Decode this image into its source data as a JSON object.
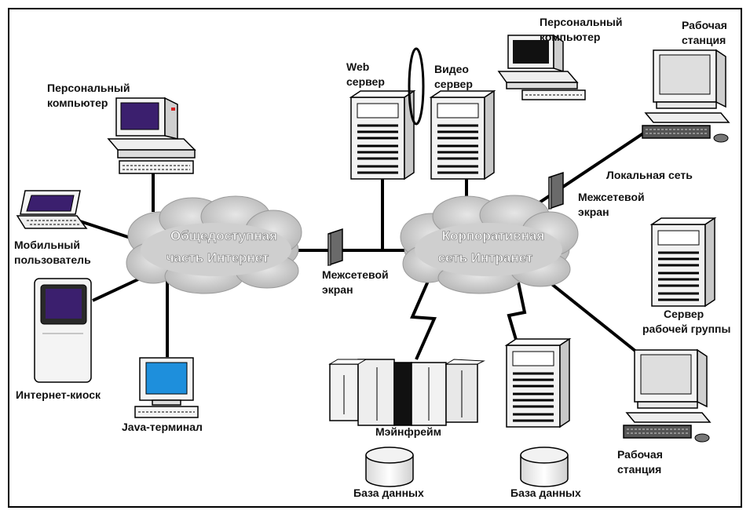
{
  "frame": {
    "border_color": "#000000"
  },
  "clouds": {
    "public": {
      "line1": "Общедоступная",
      "line2": "часть Интернет"
    },
    "corporate": {
      "line1": "Корпоративная",
      "line2": "сеть Интранет"
    }
  },
  "labels": {
    "pc_left": {
      "line1": "Персональный",
      "line2": "компьютер"
    },
    "mobile": {
      "line1": "Мобильный",
      "line2": "пользователь"
    },
    "kiosk": {
      "line1": "Интернет-киоск"
    },
    "java": {
      "line1": "Java-терминал"
    },
    "firewall_center": {
      "line1": "Межсетевой",
      "line2": "экран"
    },
    "web_server": {
      "line1": "Web",
      "line2": "сервер"
    },
    "video_server": {
      "line1": "Видео",
      "line2": "сервер"
    },
    "pc_top": {
      "line1": "Персональный",
      "line2": "компьютер"
    },
    "workstation_top": {
      "line1": "Рабочая",
      "line2": "станция"
    },
    "local_net": {
      "line1": "Локальная сеть"
    },
    "firewall_right": {
      "line1": "Межсетевой",
      "line2": "экран"
    },
    "workgroup_server": {
      "line1": "Сервер",
      "line2": "рабочей группы"
    },
    "mainframe": {
      "line1": "Мэйнфрейм"
    },
    "db_left": {
      "line1": "База данных"
    },
    "db_right": {
      "line1": "База данных"
    },
    "workstation_bottom": {
      "line1": "Рабочая",
      "line2": "станция"
    }
  },
  "colors": {
    "cloud_fill": "#c8c8c8",
    "screen_purple": "#3b1f6e",
    "screen_blue": "#1e8fdc",
    "firewall": "#6a6a6a"
  }
}
